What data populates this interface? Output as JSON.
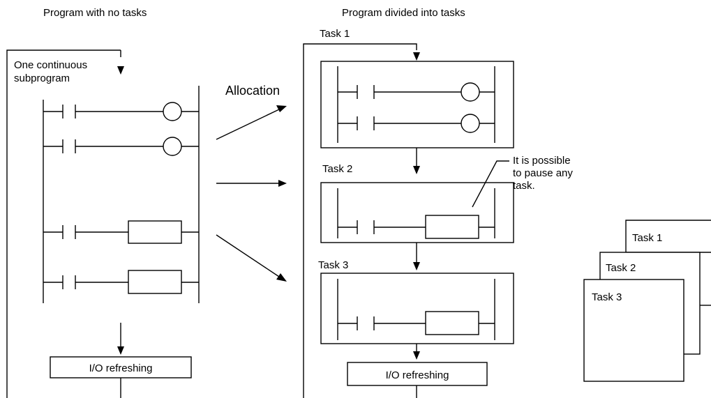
{
  "left": {
    "heading": "Program with no tasks",
    "subprogram_label": [
      "One continuous",
      "subprogram"
    ],
    "io_label": "I/O refreshing"
  },
  "center": {
    "allocation_label": "Allocation",
    "heading": "Program divided into tasks",
    "tasks": [
      "Task 1",
      "Task 2",
      "Task 3"
    ],
    "note": [
      "It is possible",
      "to pause any",
      "task."
    ],
    "io_label": "I/O refreshing"
  },
  "stack": {
    "tasks": [
      "Task 1",
      "Task 2",
      "Task 3"
    ]
  }
}
